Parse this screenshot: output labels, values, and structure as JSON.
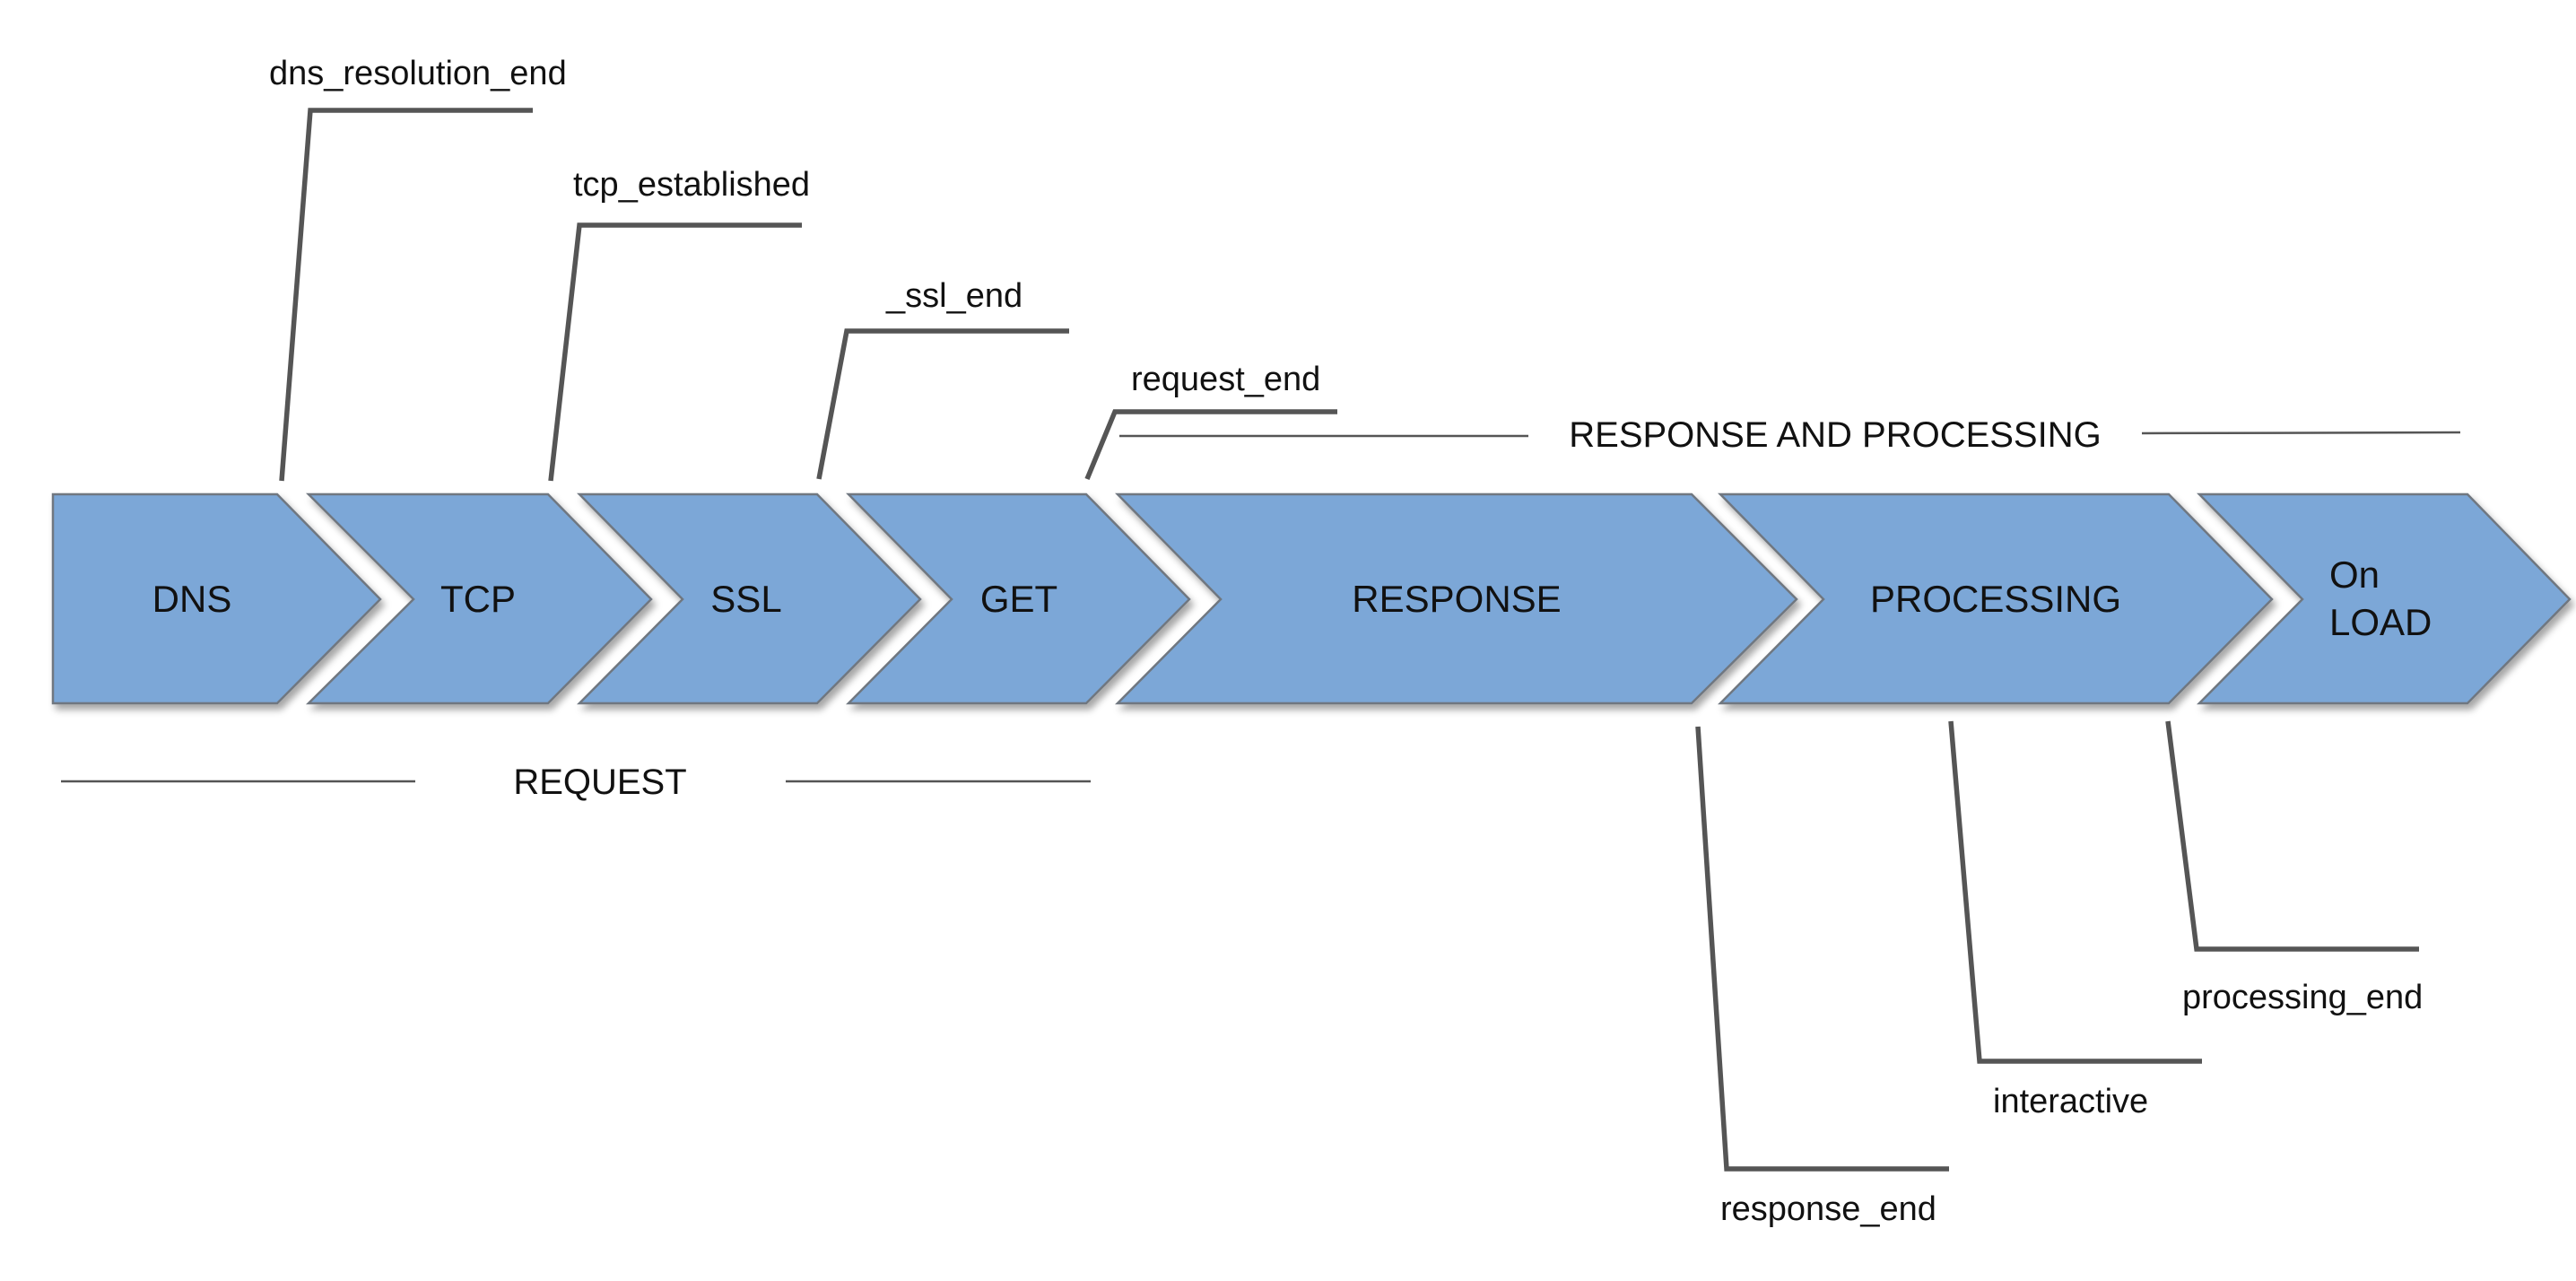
{
  "stages": [
    {
      "id": "dns",
      "lines": [
        "DNS"
      ]
    },
    {
      "id": "tcp",
      "lines": [
        "TCP"
      ]
    },
    {
      "id": "ssl",
      "lines": [
        "SSL"
      ]
    },
    {
      "id": "get",
      "lines": [
        "GET"
      ]
    },
    {
      "id": "response",
      "lines": [
        "RESPONSE"
      ]
    },
    {
      "id": "processing",
      "lines": [
        "PROCESSING"
      ]
    },
    {
      "id": "onload",
      "lines": [
        "On",
        "LOAD"
      ]
    }
  ],
  "markers": {
    "dns_resolution_end": "dns_resolution_end",
    "tcp_established": "tcp_established",
    "ssl_end": "_ssl_end",
    "request_end": "request_end",
    "response_end": "response_end",
    "interactive": "interactive",
    "processing_end": "processing_end"
  },
  "groups": {
    "request": "REQUEST",
    "response_processing": "RESPONSE AND PROCESSING"
  },
  "colors": {
    "stage_fill": "#7ba7d7",
    "stage_stroke": "#6f7780",
    "line": "#555555",
    "text": "#111111"
  }
}
